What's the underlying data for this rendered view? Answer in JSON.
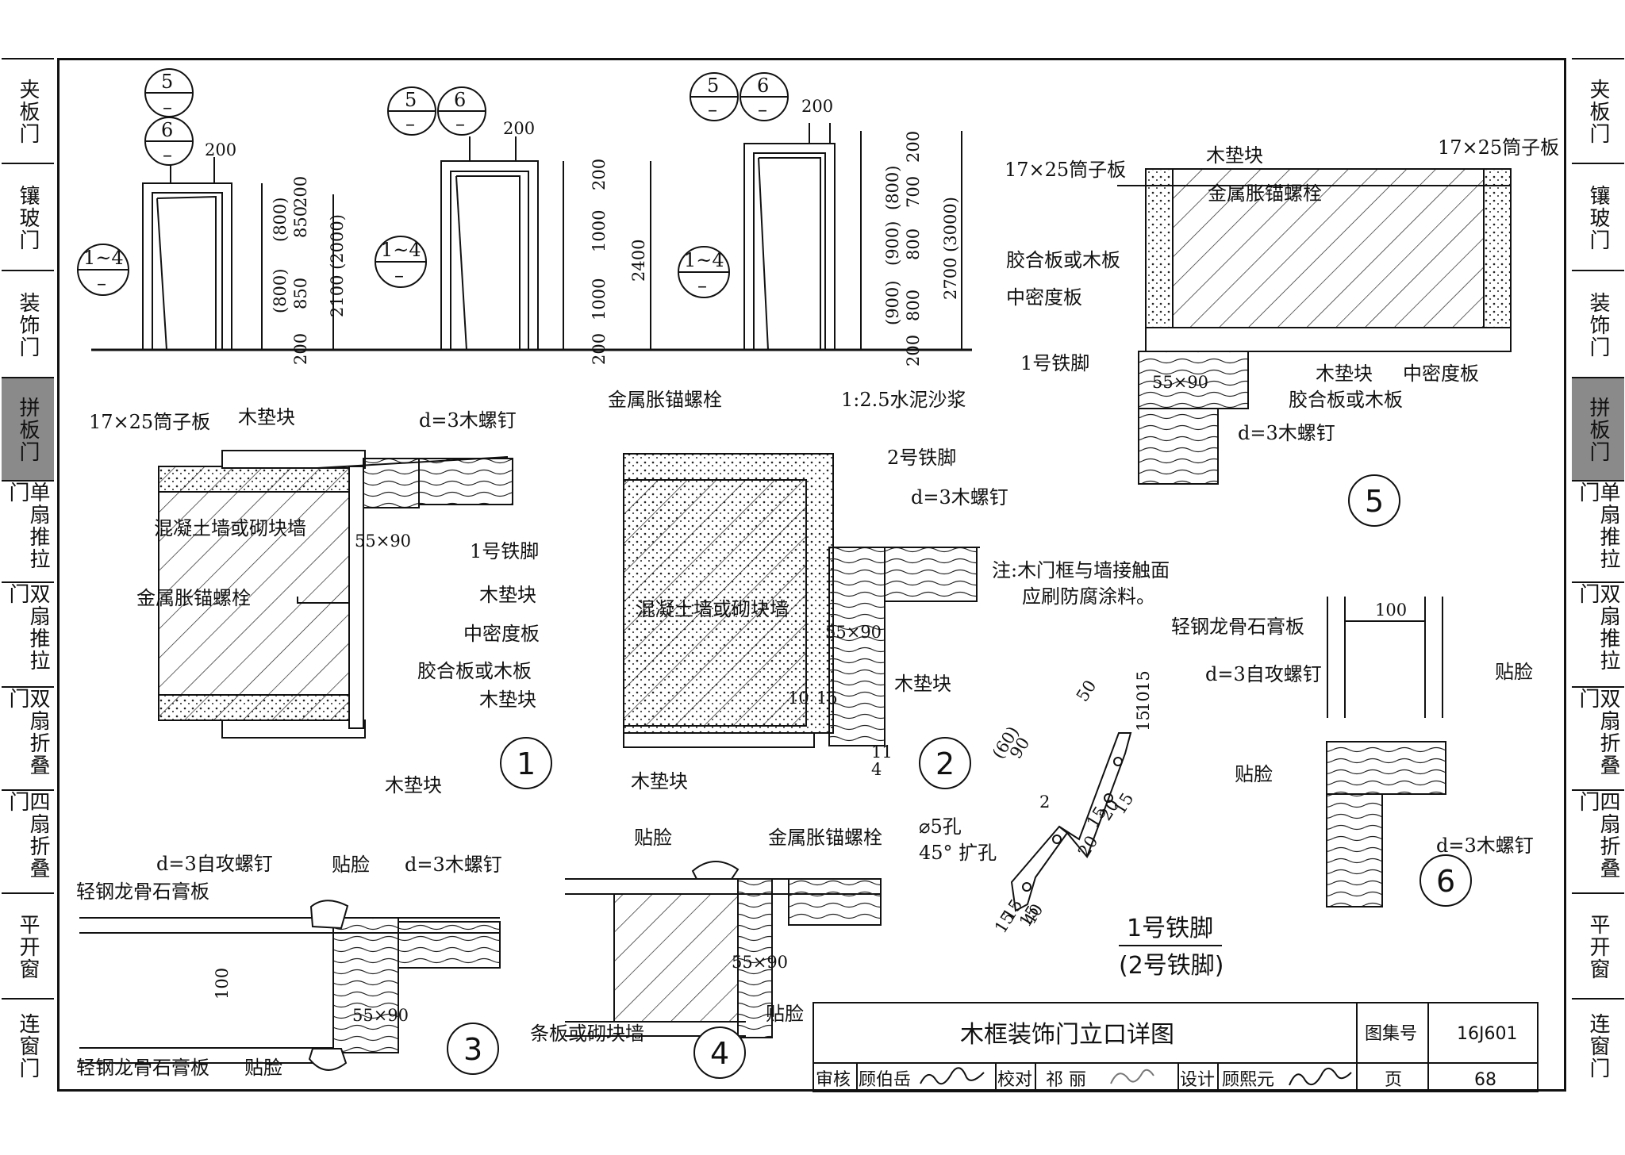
{
  "tabs_left": [
    {
      "label": "夹板门",
      "active": false
    },
    {
      "label": "镶玻门",
      "active": false
    },
    {
      "label": "装饰门",
      "active": false
    },
    {
      "label": "拼板门",
      "active": true
    },
    {
      "label": "单扇推拉门",
      "active": false
    },
    {
      "label": "双扇推拉门",
      "active": false
    },
    {
      "label": "双扇折叠门",
      "active": false
    },
    {
      "label": "四扇折叠门",
      "active": false
    },
    {
      "label": "平开窗",
      "active": false
    },
    {
      "label": "连窗门",
      "active": false
    }
  ],
  "tabs_right": [
    {
      "label": "夹板门",
      "active": false
    },
    {
      "label": "镶玻门",
      "active": false
    },
    {
      "label": "装饰门",
      "active": false
    },
    {
      "label": "拼板门",
      "active": true
    },
    {
      "label": "单扇推拉门",
      "active": false
    },
    {
      "label": "双扇推拉门",
      "active": false
    },
    {
      "label": "双扇折叠门",
      "active": false
    },
    {
      "label": "四扇折叠门",
      "active": false
    },
    {
      "label": "平开窗",
      "active": false
    },
    {
      "label": "连窗门",
      "active": false
    }
  ],
  "elevations": {
    "ref_5": "5",
    "ref_6": "6",
    "ref_14": "1~4",
    "dash": "–",
    "d200": "200",
    "e1": {
      "d_top": "200",
      "d_mid1": "(800)",
      "d_mid1b": "850",
      "d_mid2": "(800)",
      "d_mid2b": "850",
      "d_bot": "200",
      "d_total": "2100 (2000)"
    },
    "e2": {
      "d_top": "200",
      "d_mid1": "1000",
      "d_mid2": "1000",
      "d_bot": "200",
      "d_total": "2400"
    },
    "e3": {
      "d_top": "200",
      "d_mid1": "(800)",
      "d_mid1b": "700",
      "d_mid2": "(900)",
      "d_mid2b": "800",
      "d_mid3": "(900)",
      "d_mid3b": "800",
      "d_bot": "200",
      "d_total": "2700 (3000)"
    }
  },
  "detail1": {
    "num": "1",
    "l_casing": "17×25筒子板",
    "l_block_top": "木垫块",
    "l_screw": "d=3木螺钉",
    "l_wall": "混凝土墙或砌块墙",
    "l_size": "55×90",
    "l_foot": "1号铁脚",
    "l_anchor": "金属胀锚螺栓",
    "l_block2": "木垫块",
    "l_mdf": "中密度板",
    "l_ply": "胶合板或木板",
    "l_block3": "木垫块",
    "l_block4": "木垫块"
  },
  "detail2": {
    "num": "2",
    "l_anchor": "金属胀锚螺栓",
    "l_mortar": "1:2.5水泥沙浆",
    "l_foot": "2号铁脚",
    "l_screw": "d=3木螺钉",
    "l_wall": "混凝土墙或砌块墙",
    "l_size": "55×90",
    "l_block": "木垫块",
    "l_d10": "10",
    "l_d15": "15",
    "l_block2": "木垫块",
    "l_d4": "4",
    "l_d11": "11"
  },
  "detail3": {
    "num": "3",
    "l_screw": "d=3自攻螺钉",
    "l_face": "贴脸",
    "l_wscrew": "d=3木螺钉",
    "l_board": "轻钢龙骨石膏板",
    "l_100": "100",
    "l_size": "55×90",
    "l_board2": "轻钢龙骨石膏板",
    "l_face2": "贴脸"
  },
  "detail4": {
    "num": "4",
    "l_face": "贴脸",
    "l_anchor": "金属胀锚螺栓",
    "l_size": "55×90",
    "l_wall": "条板或砌块墙",
    "l_face2": "贴脸"
  },
  "detail5": {
    "num": "5",
    "l_block": "木垫块",
    "l_casing": "17×25筒子板",
    "l_casing2": "17×25筒子板",
    "l_anchor": "金属胀锚螺栓",
    "l_ply": "胶合板或木板",
    "l_mdf": "中密度板",
    "l_foot": "1号铁脚",
    "l_size": "55×90",
    "l_block2": "木垫块",
    "l_mdf2": "中密度板",
    "l_ply2": "胶合板或木板",
    "l_screw": "d=3木螺钉"
  },
  "detail6": {
    "num": "6",
    "l_100": "100",
    "l_board": "轻钢龙骨石膏板",
    "l_screw": "d=3自攻螺钉",
    "l_face": "贴脸",
    "l_face2": "贴脸",
    "l_wscrew": "d=3木螺钉"
  },
  "note": {
    "line1": "注:木门框与墙接触面",
    "line2": "应刷防腐涂料。"
  },
  "foot": {
    "title1": "1号铁脚",
    "title2": "(2号铁脚)",
    "hole": "⌀5孔",
    "hole2": "45° 扩孔",
    "d50": "50",
    "d60": "(60)",
    "d90": "90",
    "d2": "2",
    "d15a": "15",
    "d10": "10",
    "d15b": "15",
    "d15c": "15",
    "d20a": "20",
    "d15d": "15",
    "d20b": "20",
    "d40": "40",
    "d15e": "15",
    "d15f": "15",
    "d15g": "15"
  },
  "titleblock": {
    "title": "木框装饰门立口详图",
    "atlas_label": "图集号",
    "atlas": "16J601",
    "review": "审核",
    "reviewer": "顾伯岳",
    "check": "校对",
    "checker": "祁 丽",
    "design": "设计",
    "designer": "顾熙元",
    "page_label": "页",
    "page": "68"
  }
}
